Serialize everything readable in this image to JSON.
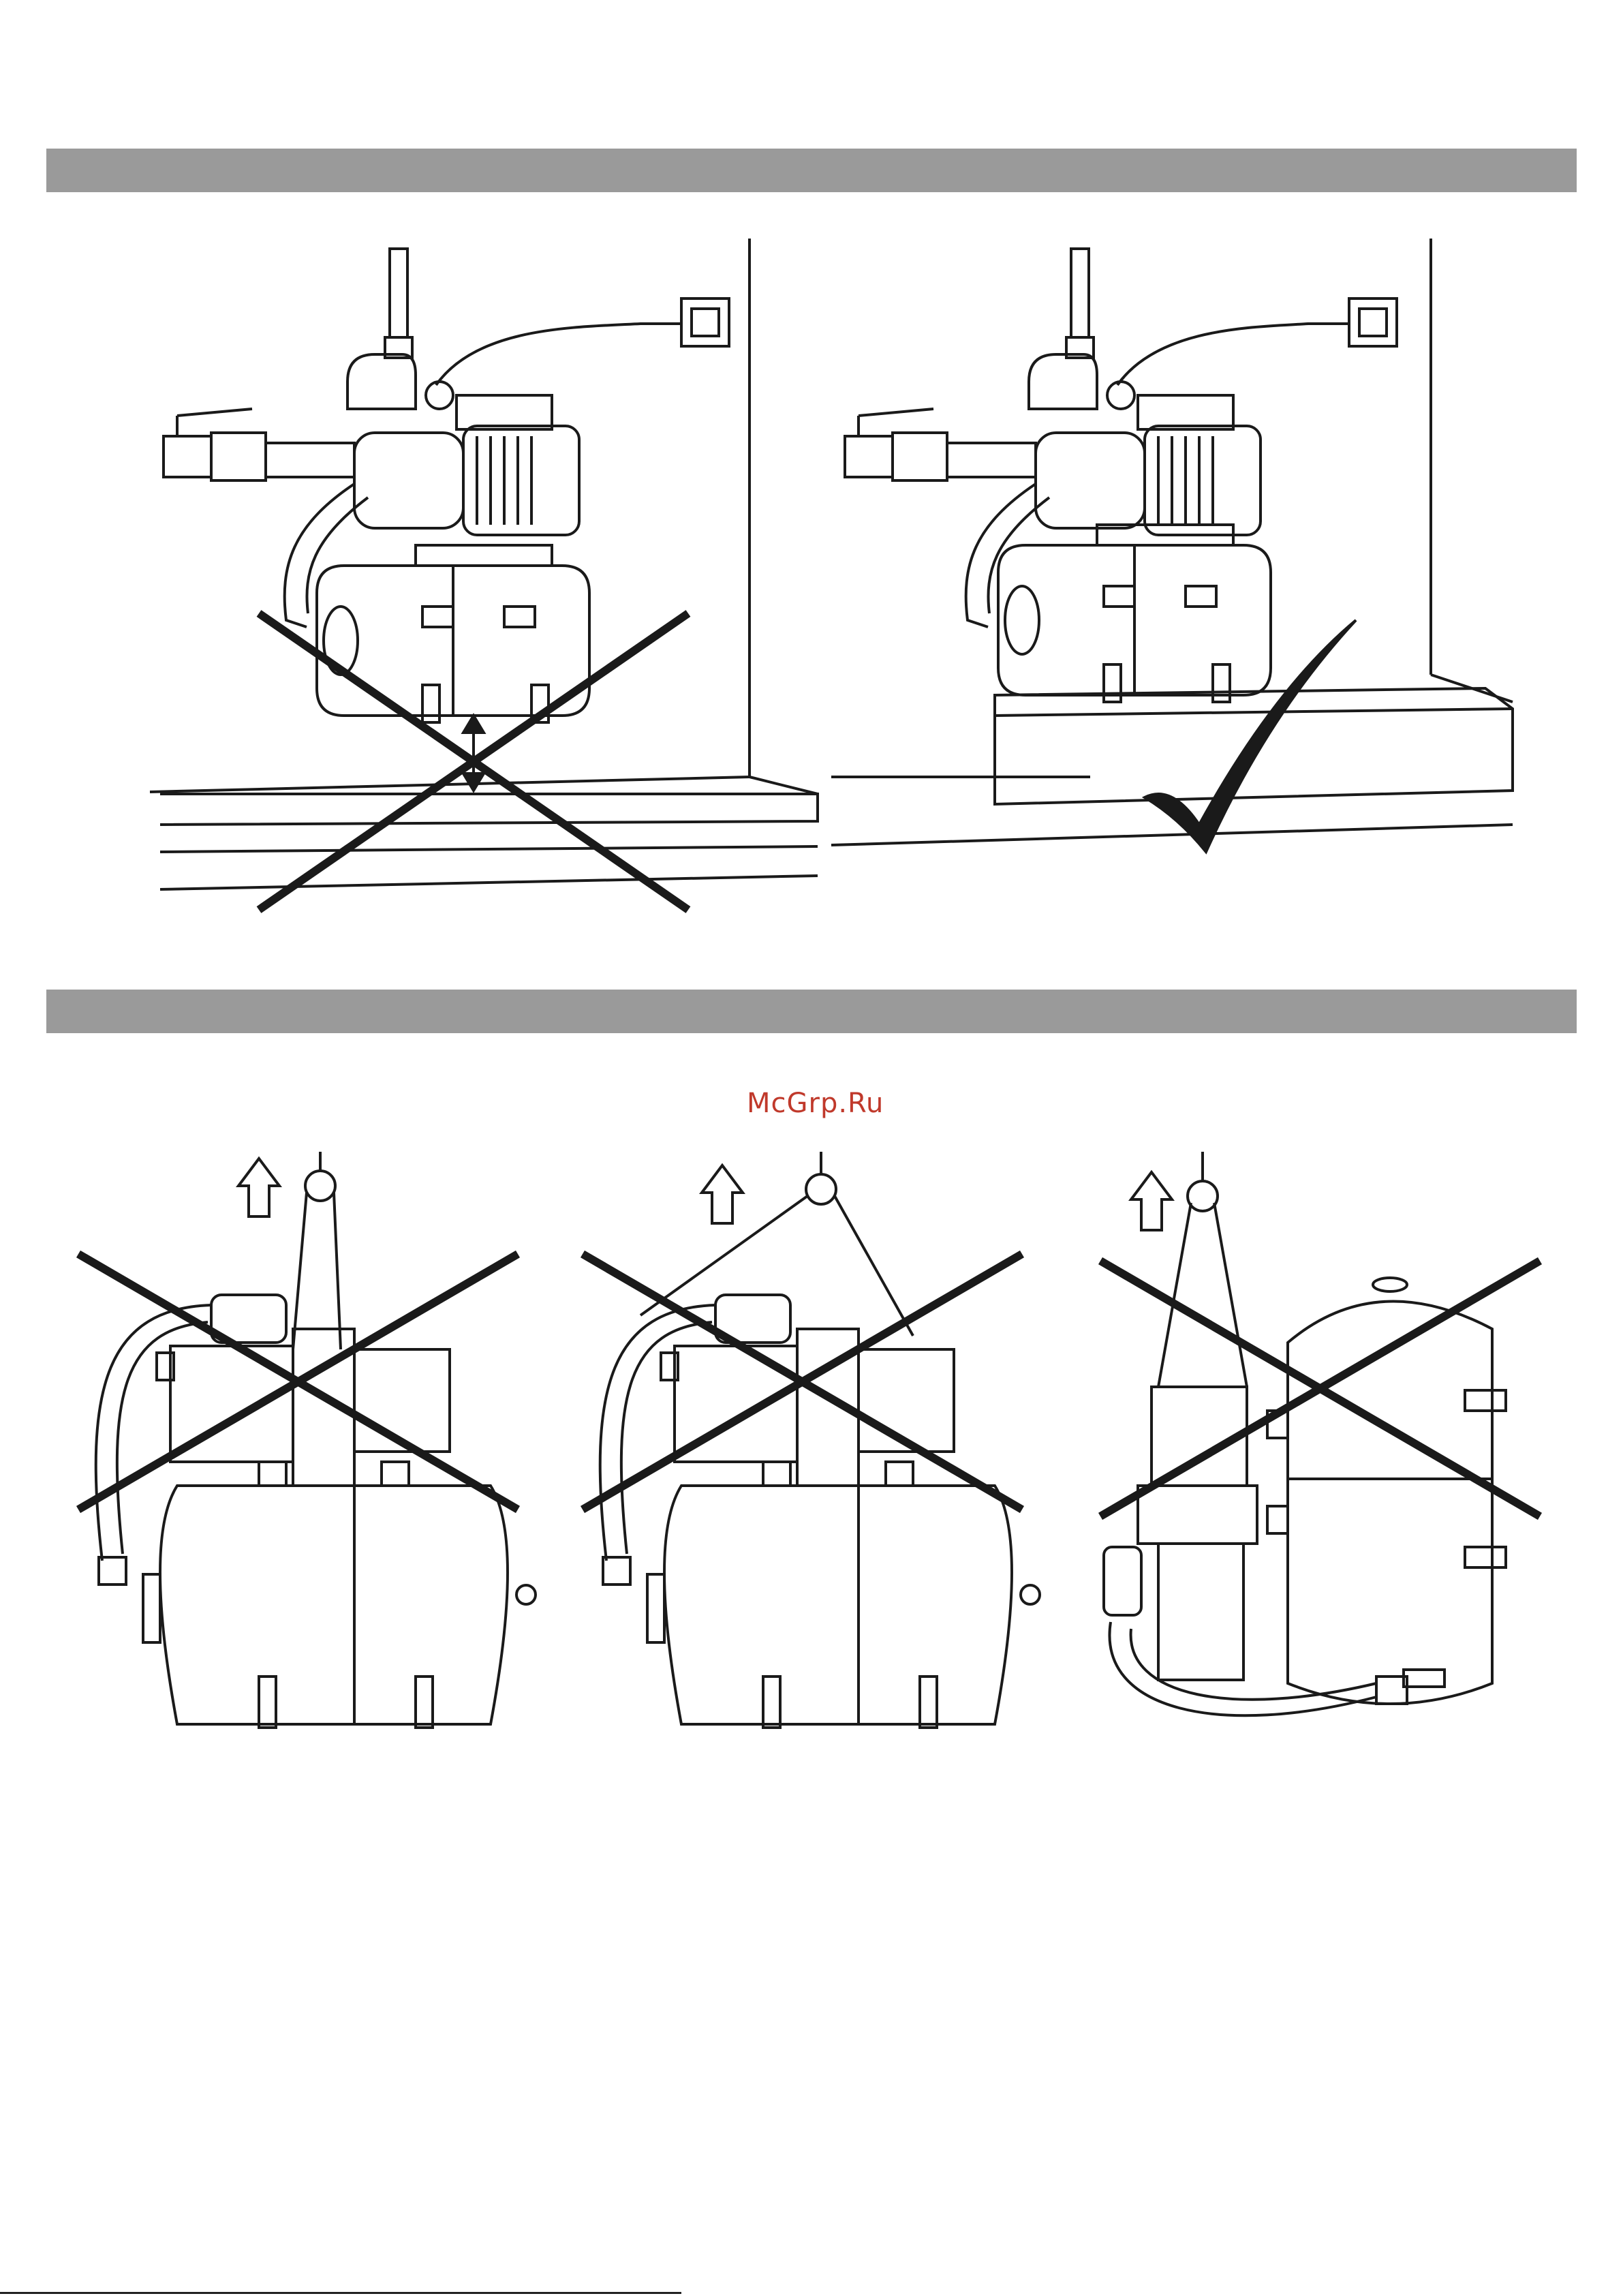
{
  "watermark": {
    "text": "McGrp.Ru"
  },
  "colors": {
    "band": "#9a9a9a",
    "line": "#1a1a1a",
    "watermark": "#c0392b"
  },
  "figures": [
    {
      "name": "installation-on-floor",
      "verdict": "wrong",
      "mark_icon": "cross-icon"
    },
    {
      "name": "installation-on-base",
      "verdict": "correct",
      "mark_icon": "checkmark-icon"
    },
    {
      "name": "lifting-by-pump-handle",
      "verdict": "wrong",
      "mark_icon": "cross-icon"
    },
    {
      "name": "lifting-by-two-points",
      "verdict": "wrong",
      "mark_icon": "cross-icon"
    },
    {
      "name": "lifting-sideways",
      "verdict": "wrong",
      "mark_icon": "cross-icon"
    }
  ]
}
